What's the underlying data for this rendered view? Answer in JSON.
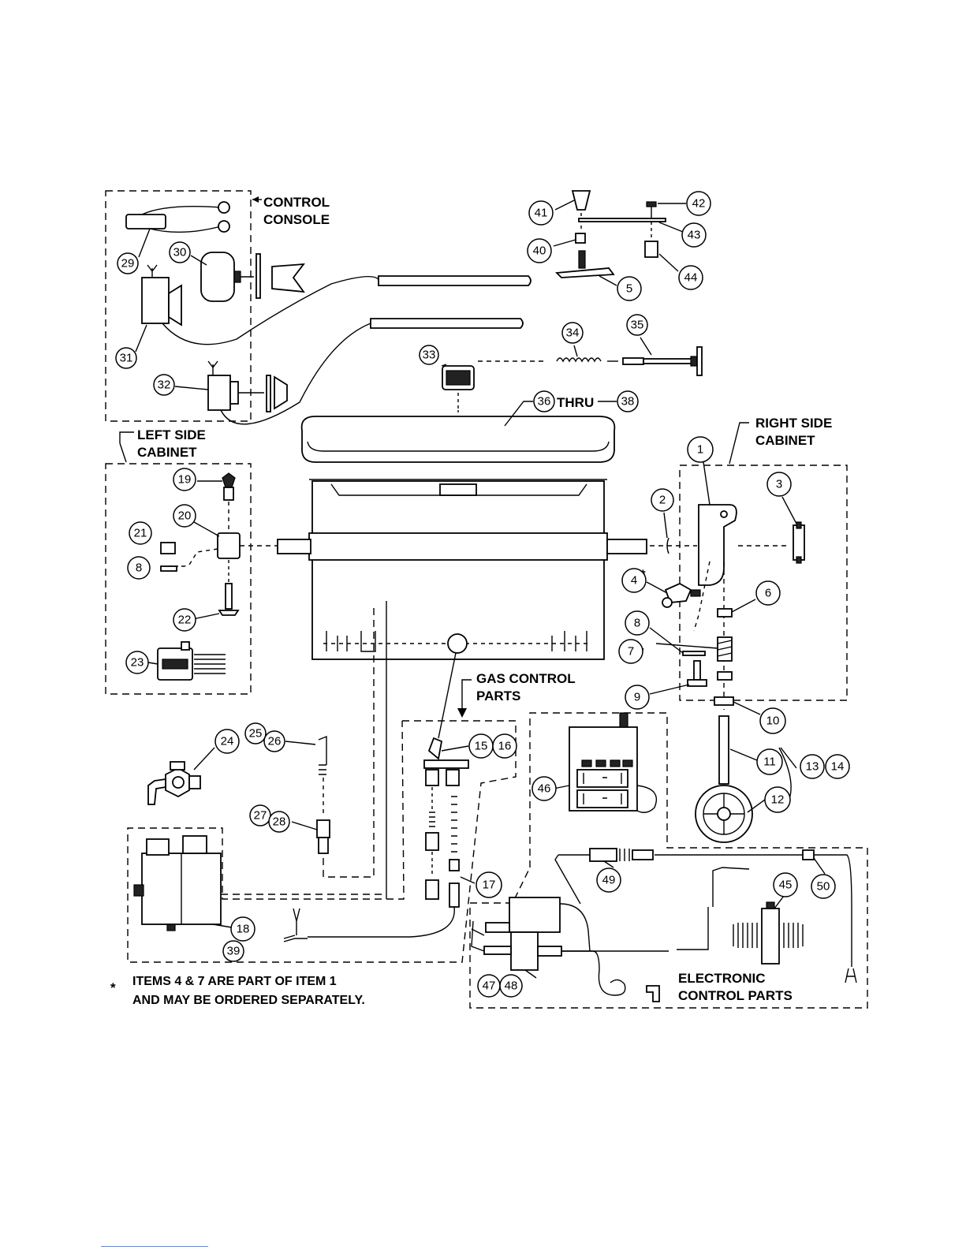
{
  "sections": {
    "control_console": [
      "CONTROL",
      "CONSOLE"
    ],
    "left_side_cabinet": [
      "LEFT SIDE",
      "CABINET"
    ],
    "right_side_cabinet": [
      "RIGHT SIDE",
      "CABINET"
    ],
    "gas_control_parts": [
      "GAS CONTROL",
      "PARTS"
    ],
    "electronic_control_parts": [
      "ELECTRONIC",
      "CONTROL PARTS"
    ]
  },
  "callouts": [
    "1",
    "2",
    "3",
    "4",
    "5",
    "6",
    "7",
    "8",
    "8",
    "9",
    "10",
    "11",
    "12",
    "13",
    "14",
    "15",
    "16",
    "17",
    "18",
    "19",
    "20",
    "21",
    "22",
    "23",
    "24",
    "25",
    "26",
    "27",
    "28",
    "29",
    "30",
    "31",
    "32",
    "33",
    "34",
    "35",
    "36",
    "38",
    "39",
    "40",
    "41",
    "42",
    "43",
    "44",
    "45",
    "46",
    "47",
    "48",
    "49",
    "50"
  ],
  "thru_label": "THRU",
  "asterisk": "*",
  "note": [
    "ITEMS 4 & 7 ARE PART OF ITEM 1",
    "AND MAY BE ORDERED SEPARATELY."
  ]
}
